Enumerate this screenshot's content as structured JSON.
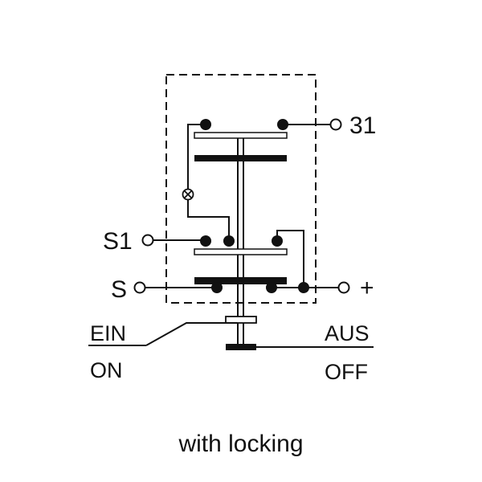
{
  "terminals": {
    "t31": "31",
    "s1": "S1",
    "s": "S",
    "plus": "+"
  },
  "states": {
    "ein": "EIN",
    "on": "ON",
    "aus": "AUS",
    "off": "OFF"
  },
  "caption": "with locking",
  "colors": {
    "line": "#111111",
    "background": "#ffffff"
  },
  "icons": [
    "indicator-lamp-icon"
  ]
}
